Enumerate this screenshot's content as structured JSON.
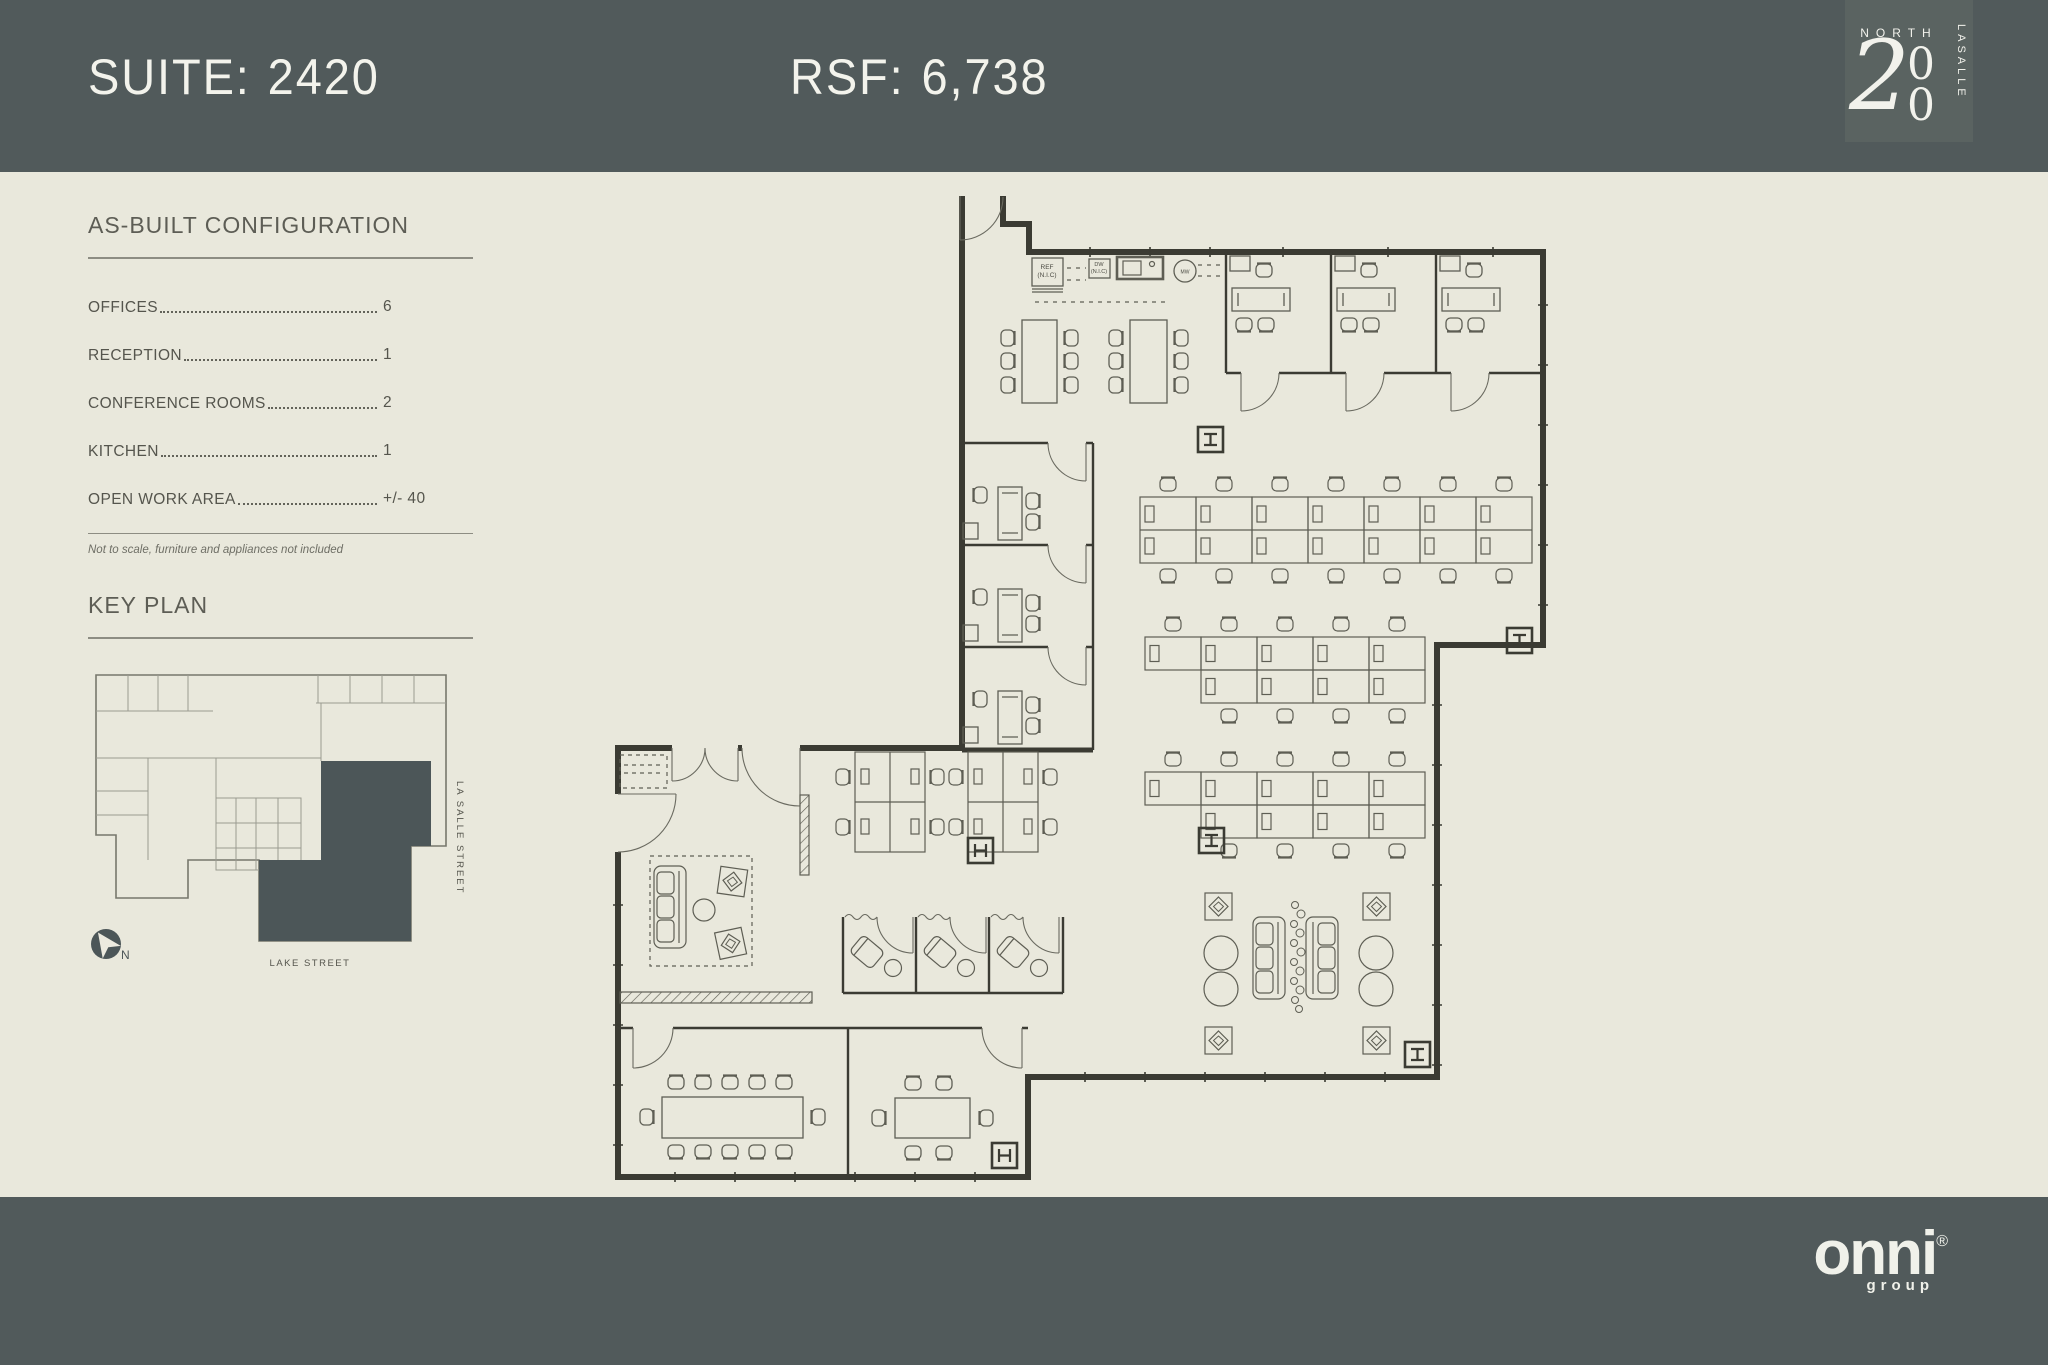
{
  "header": {
    "suite_label": "SUITE:",
    "suite_number": "2420",
    "rsf_label": "RSF:",
    "rsf_value": "6,738"
  },
  "building_logo": {
    "north": "NORTH",
    "numeral": "2",
    "o_top": "0",
    "o_bottom": "0",
    "lasalle": "LASALLE"
  },
  "sidebar": {
    "config_title": "AS-BUILT CONFIGURATION",
    "config_items": [
      {
        "label": "OFFICES",
        "value": "6"
      },
      {
        "label": "RECEPTION",
        "value": "1"
      },
      {
        "label": "CONFERENCE ROOMS",
        "value": "2"
      },
      {
        "label": "KITCHEN",
        "value": "1"
      },
      {
        "label": "OPEN WORK AREA",
        "value": "+/- 40"
      }
    ],
    "note": "Not to scale, furniture and appliances not included",
    "keyplan_title": "KEY PLAN",
    "keyplan": {
      "street_right": "LA SALLE STREET",
      "street_bottom": "LAKE STREET",
      "north": "N"
    }
  },
  "plan_labels": {
    "ref_line1": "REF",
    "ref_line2": "(N.I.C)",
    "dw_line1": "DW",
    "dw_line2": "(N.I.C)",
    "mw": "MW"
  },
  "footer": {
    "brand": "onni",
    "brand_sub": "group",
    "registered": "®"
  },
  "colors": {
    "band": "#515a5b",
    "logo_block": "#5a6361",
    "page_bg": "#e9e8dc",
    "suite_fill": "#4c5658",
    "wall": "#3b3b33",
    "furniture": "#5e5e54",
    "text": "#58584f"
  }
}
